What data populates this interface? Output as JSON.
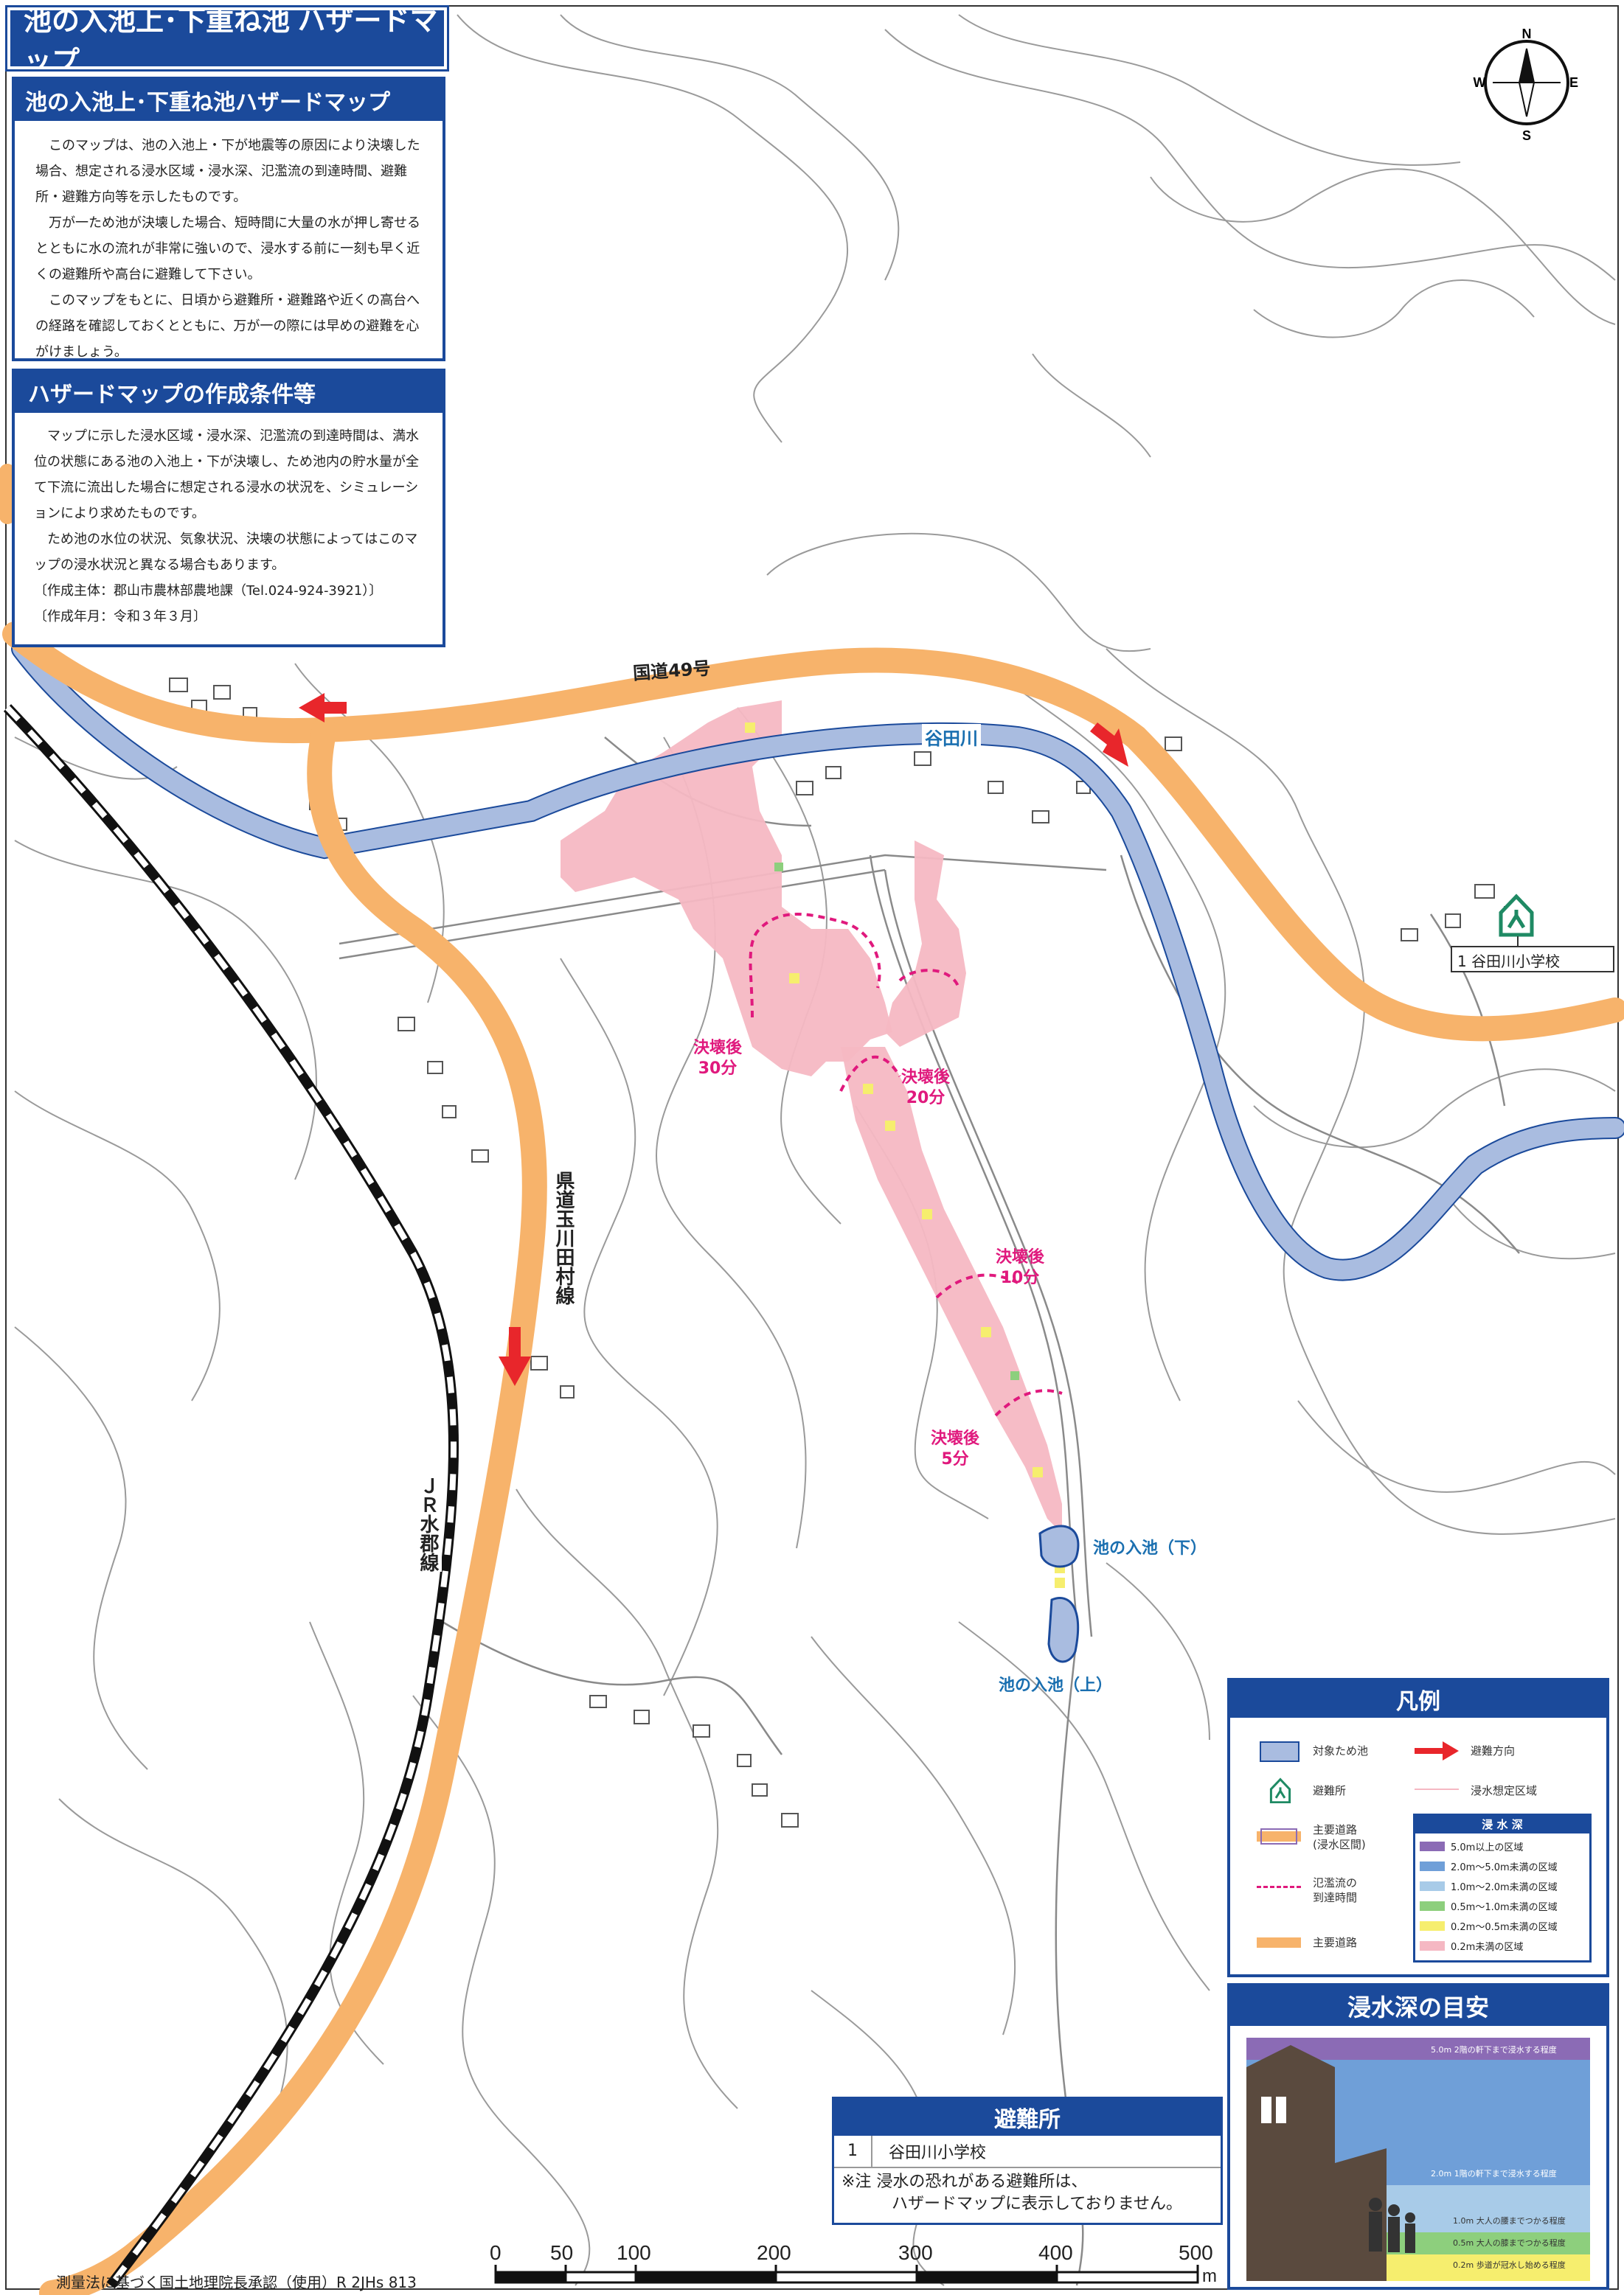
{
  "title": "池の入池上･下重ね池 ハザードマップ",
  "intro": {
    "heading": "池の入池上･下重ね池ハザードマップ",
    "paragraphs": [
      "このマップは、池の入池上・下が地震等の原因により決壊した場合、想定される浸水区域・浸水深、氾濫流の到達時間、避難所・避難方向等を示したものです。",
      "万が一ため池が決壊した場合、短時間に大量の水が押し寄せるとともに水の流れが非常に強いので、浸水する前に一刻も早く近くの避難所や高台に避難して下さい。",
      "このマップをもとに、日頃から避難所・避難路や近くの高台への経路を確認しておくとともに、万が一の際には早めの避難を心がけましょう。"
    ]
  },
  "conditions": {
    "heading": "ハザードマップの作成条件等",
    "paragraphs": [
      "マップに示した浸水区域・浸水深、氾濫流の到達時間は、満水位の状態にある池の入池上・下が決壊し、ため池内の貯水量が全て下流に流出した場合に想定される浸水の状況を、シミュレーションにより求めたものです。",
      "ため池の水位の状況、気象状況、決壊の状態によってはこのマップの浸水状況と異なる場合もあります。"
    ],
    "author": "〔作成主体：郡山市農林部農地課（Tel.024-924-3921）〕",
    "date": "〔作成年月：令和３年３月〕"
  },
  "compass": {
    "n": "N",
    "s": "S",
    "e": "E",
    "w": "W"
  },
  "map_labels": {
    "route49": "国道49号",
    "river": "谷田川",
    "pref_road": "県道玉川田村線",
    "jr": "ＪＲ水郡線",
    "pond_lower": "池の入池（下）",
    "pond_upper": "池の入池（上）",
    "school_marker": "1 谷田川小学校"
  },
  "arrival_times": [
    {
      "line1": "決壊後",
      "line2": "30分"
    },
    {
      "line1": "決壊後",
      "line2": "20分"
    },
    {
      "line1": "決壊後",
      "line2": "10分"
    },
    {
      "line1": "決壊後",
      "line2": "5分"
    }
  ],
  "legend": {
    "title": "凡例",
    "pond": "対象ため池",
    "evac_dir": "避難方向",
    "shelter": "避難所",
    "flood_area": "浸水想定区域",
    "main_road_flooded": "主要道路\n(浸水区間)",
    "arrival": "氾濫流の\n到達時間",
    "main_road": "主要道路",
    "depth_title": "浸 水 深",
    "depth_classes": [
      {
        "label": "5.0m以上の区域",
        "color": "#8b6bb5"
      },
      {
        "label": "2.0m～5.0m未満の区域",
        "color": "#6f9fd8"
      },
      {
        "label": "1.0m～2.0m未満の区域",
        "color": "#a8cbe8"
      },
      {
        "label": "0.5m～1.0m未満の区域",
        "color": "#8dcf7d"
      },
      {
        "label": "0.2m～0.5m未満の区域",
        "color": "#f6ee6e"
      },
      {
        "label": "0.2m未満の区域",
        "color": "#f5b8c3"
      }
    ]
  },
  "depth_guide": {
    "title": "浸水深の目安",
    "items": [
      {
        "value": "5.0m",
        "text": "2階の軒下まで浸水する程度"
      },
      {
        "value": "2.0m",
        "text": "1階の軒下まで浸水する程度"
      },
      {
        "value": "1.0m",
        "text": "大人の腰までつかる程度"
      },
      {
        "value": "0.5m",
        "text": "大人の膝までつかる程度"
      },
      {
        "value": "0.2m",
        "text": "歩道が冠水し始める程度"
      }
    ]
  },
  "shelters": {
    "title": "避難所",
    "rows": [
      {
        "no": "1",
        "name": "谷田川小学校"
      }
    ],
    "note1": "※注 浸水の恐れがある避難所は、",
    "note2": "ハザードマップに表示しておりません。"
  },
  "scale": {
    "ticks": [
      "0",
      "50",
      "100",
      "200",
      "300",
      "400",
      "500"
    ],
    "unit": "m"
  },
  "credit": "測量法に基づく国土地理院長承認（使用）R 2JHs 813",
  "colors": {
    "brand": "#1b4a9b",
    "road": "#f7b36b",
    "river": "#a9bce0",
    "flood": "#f5b8c3",
    "arrival_line": "#e0197d",
    "evac_arrow": "#e8262b",
    "shelter_icon": "#1f8a64"
  }
}
